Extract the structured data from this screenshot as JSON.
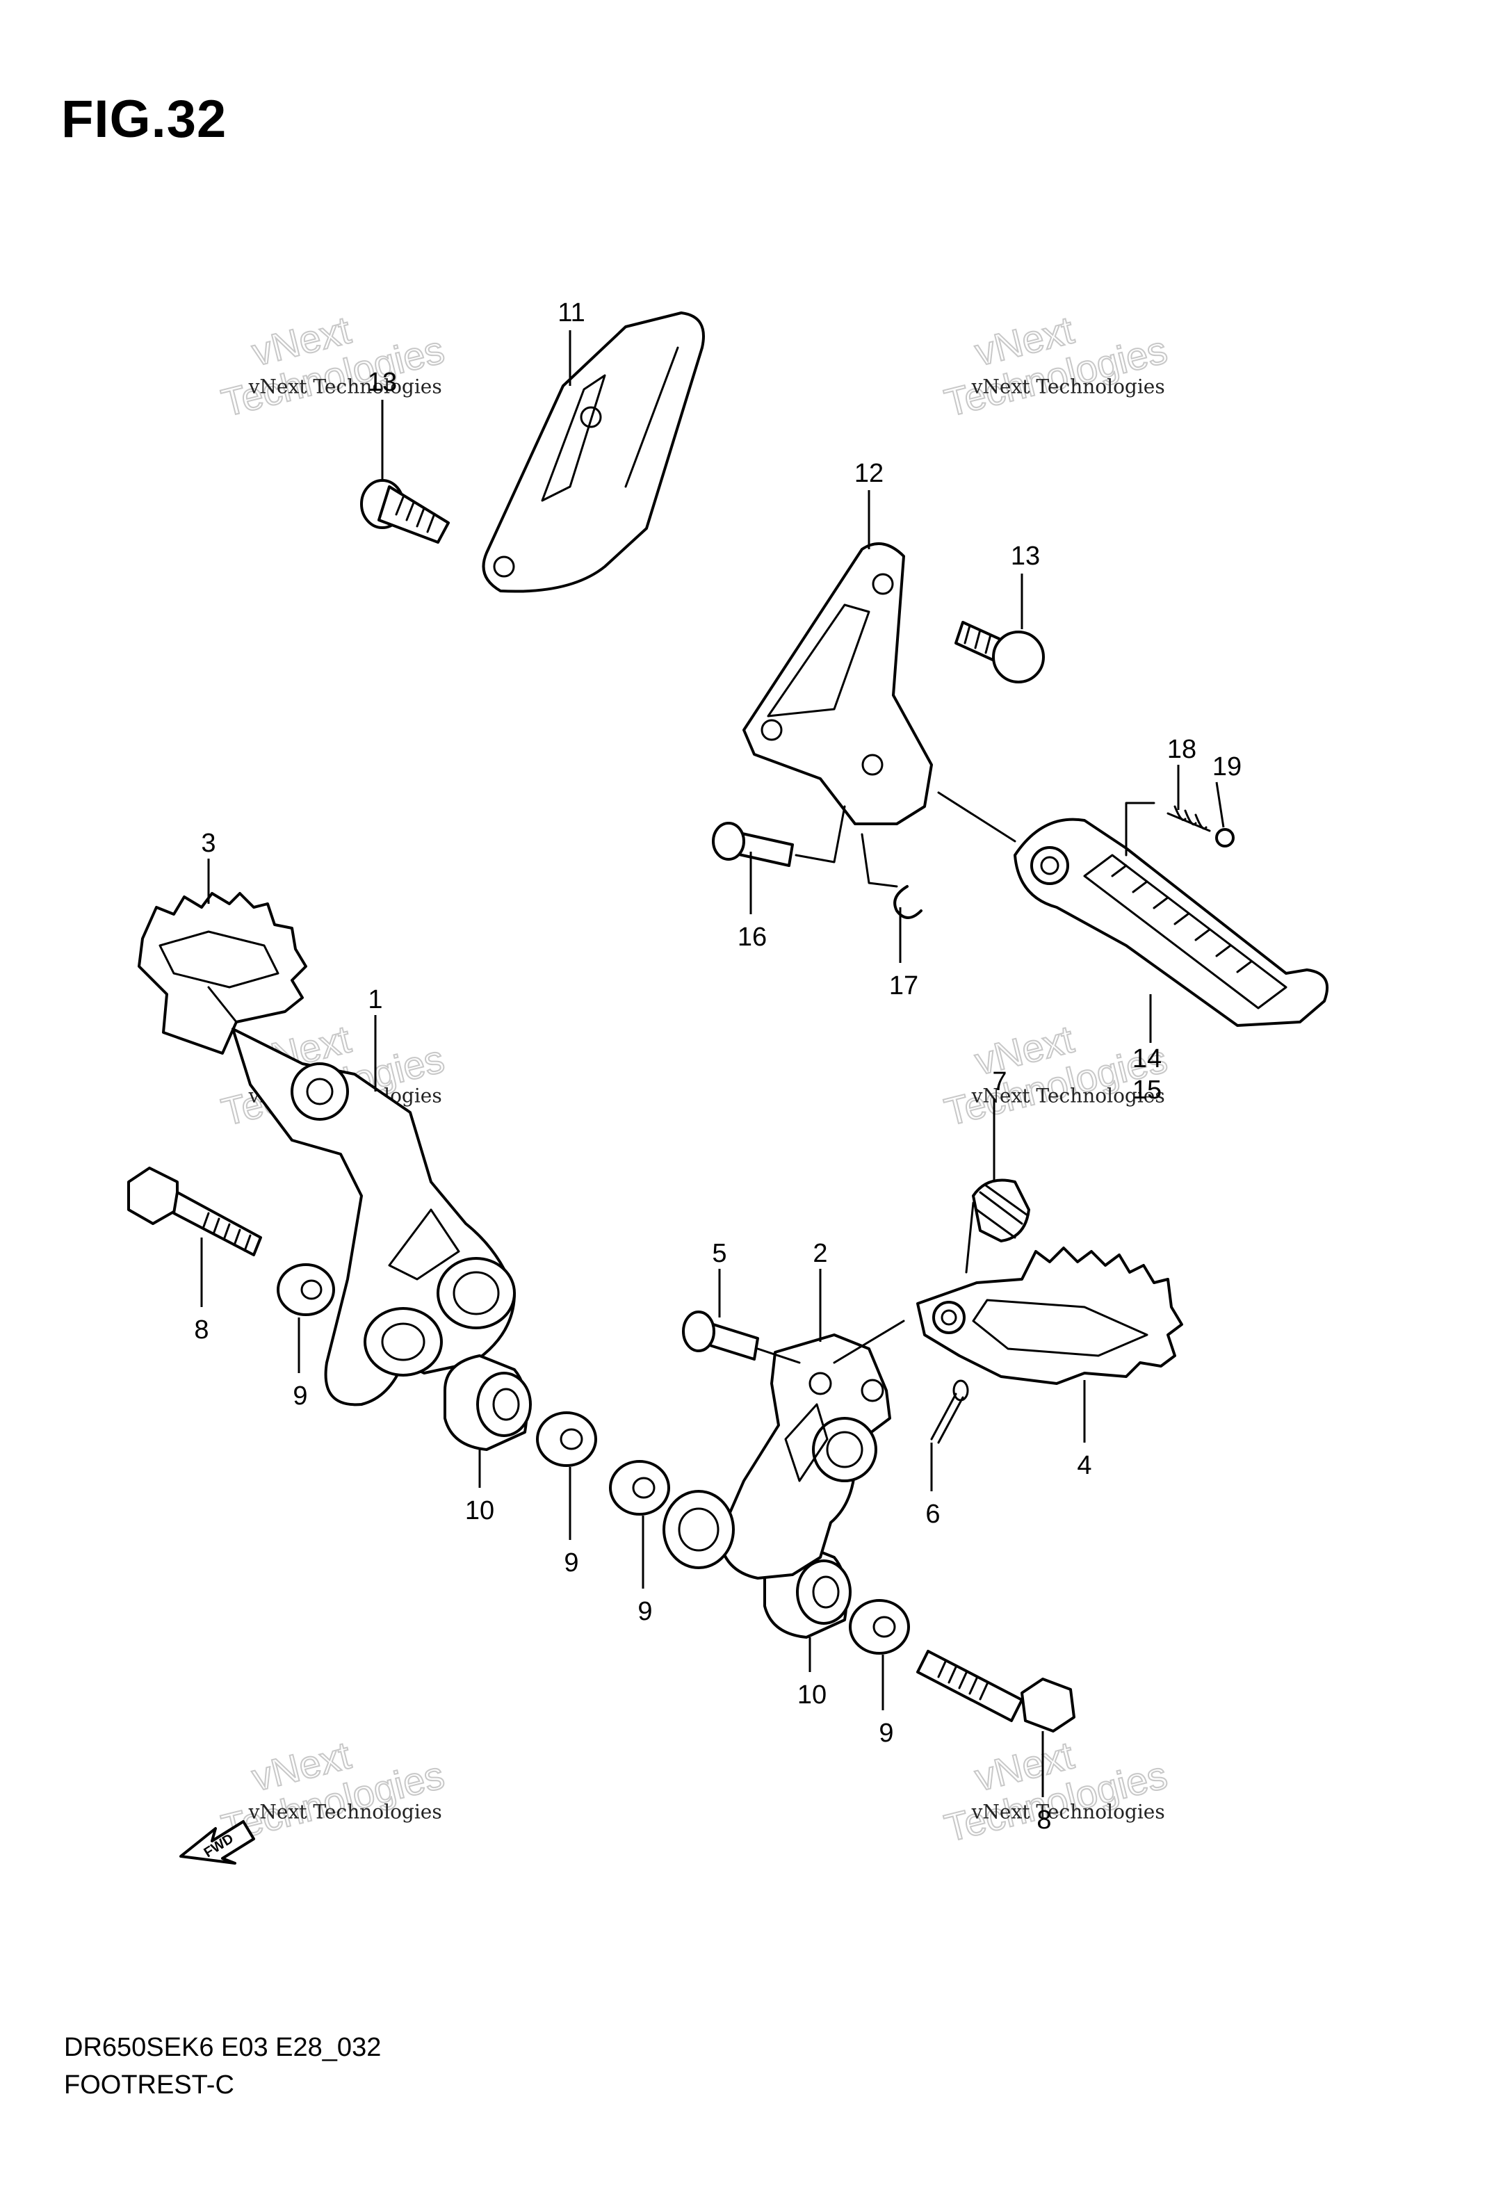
{
  "figure_title": "FIG.32",
  "footer": {
    "model_code": "DR650SEK6 E03 E28_032",
    "section_name": "FOOTREST-C"
  },
  "watermark": {
    "line1": "vNext",
    "line2": "Technologies",
    "small": "vNext Technologies"
  },
  "fwd_label": "FWD",
  "callouts": [
    "1",
    "2",
    "3",
    "4",
    "5",
    "6",
    "7",
    "8",
    "8",
    "9",
    "9",
    "9",
    "9",
    "10",
    "10",
    "11",
    "12",
    "13",
    "13",
    "14",
    "15",
    "16",
    "17",
    "18",
    "19"
  ]
}
